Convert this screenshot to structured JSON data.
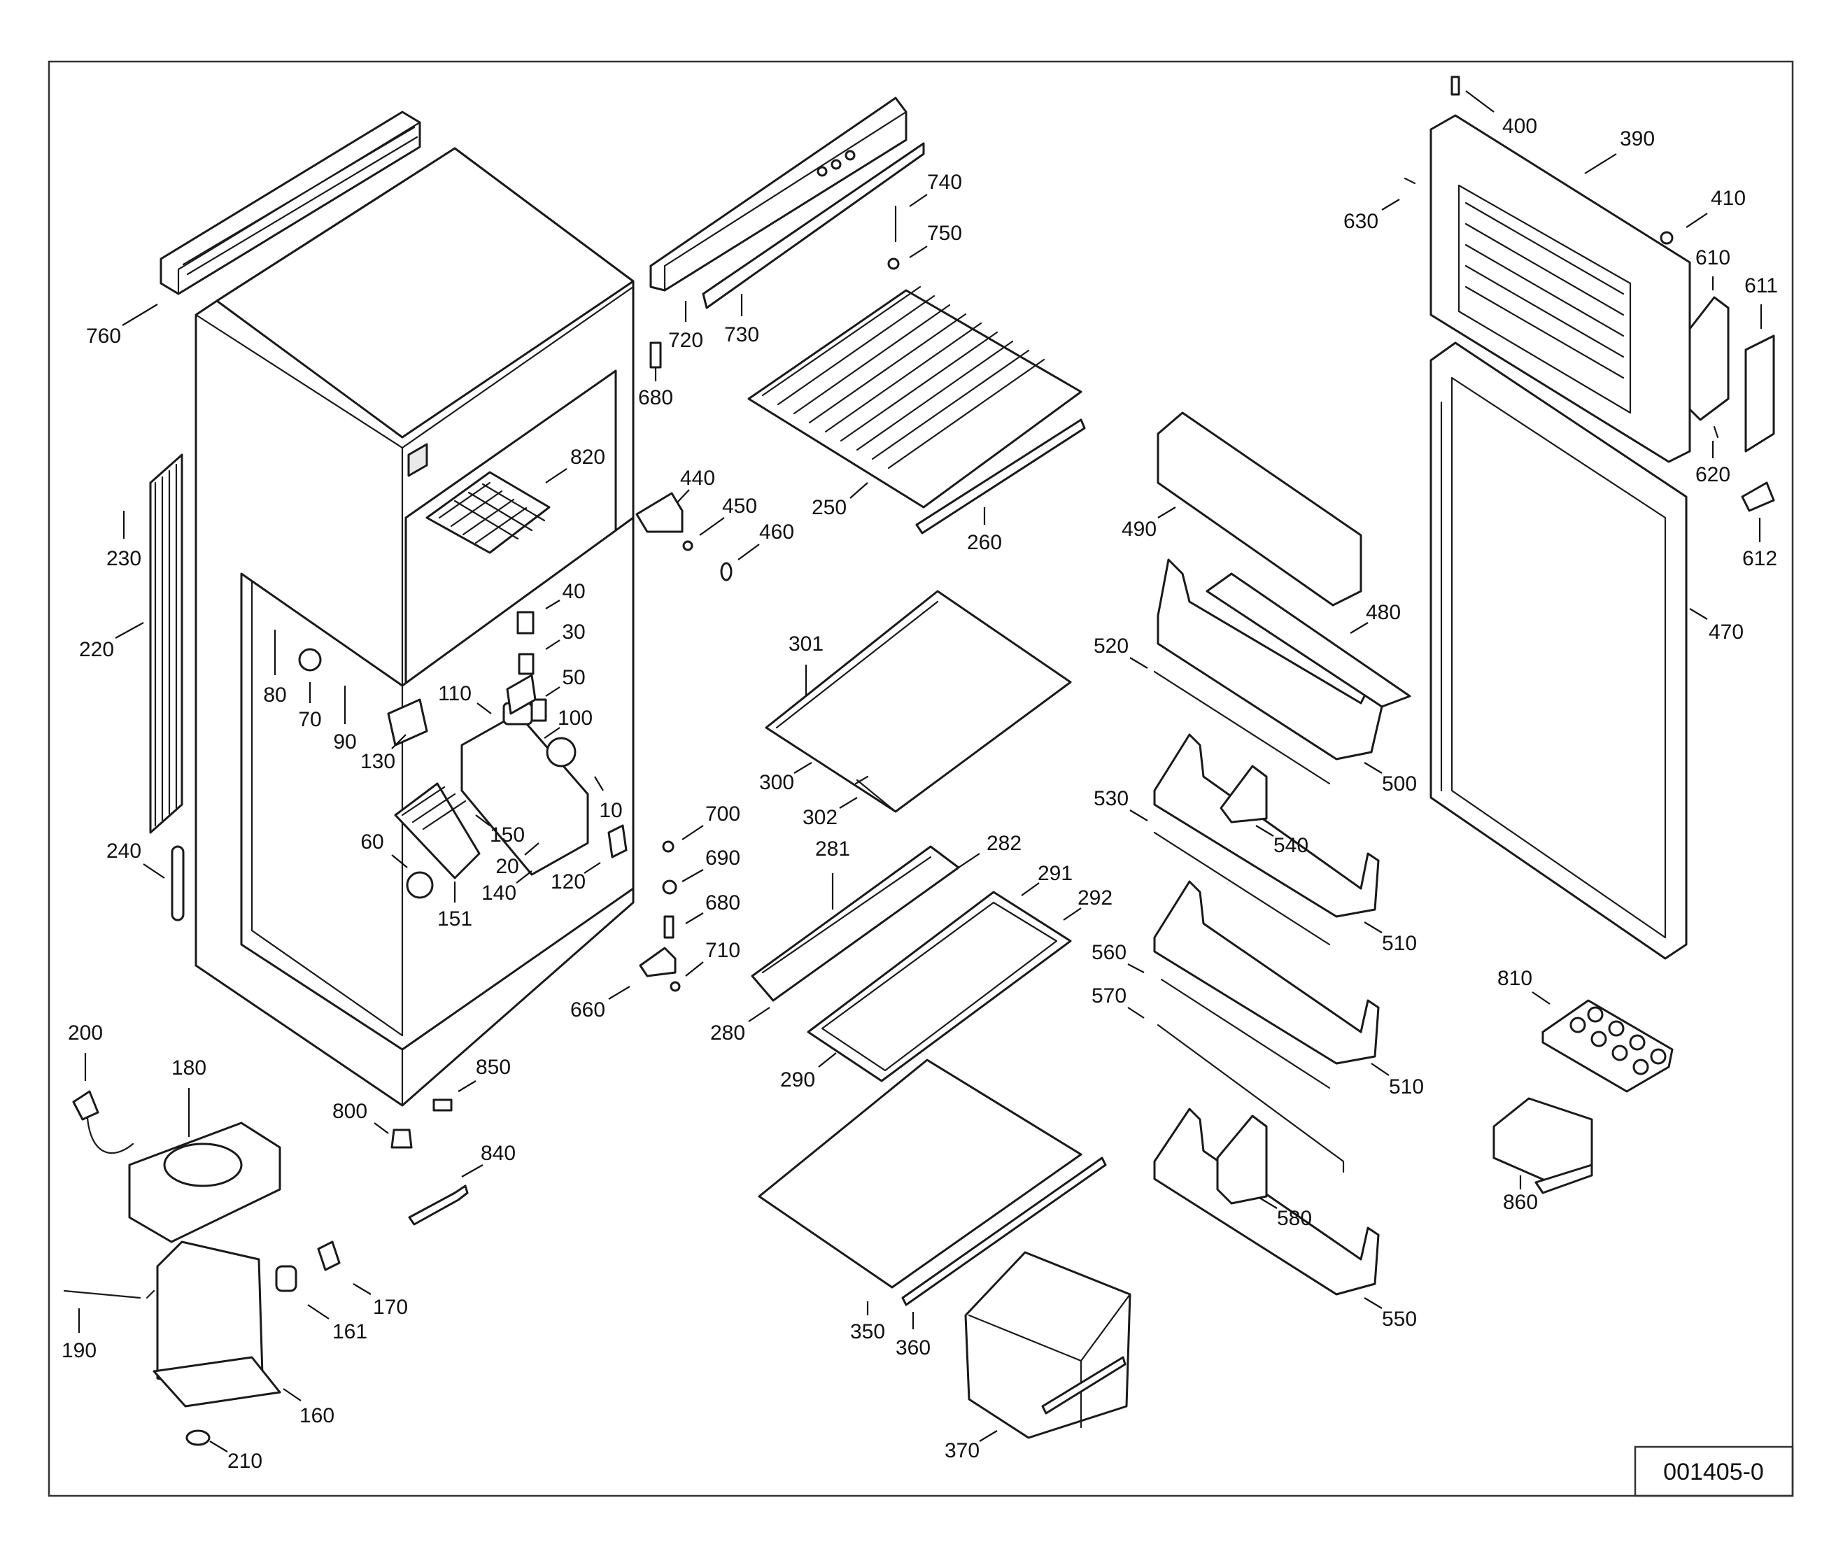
{
  "drawing_number": "001405-0",
  "callouts": [
    "10",
    "20",
    "30",
    "40",
    "50",
    "60",
    "70",
    "80",
    "90",
    "100",
    "110",
    "120",
    "130",
    "140",
    "150",
    "151",
    "160",
    "161",
    "170",
    "180",
    "190",
    "200",
    "210",
    "220",
    "230",
    "240",
    "250",
    "260",
    "280",
    "281",
    "282",
    "290",
    "291",
    "292",
    "300",
    "301",
    "302",
    "350",
    "360",
    "370",
    "390",
    "400",
    "410",
    "440",
    "450",
    "460",
    "470",
    "480",
    "490",
    "500",
    "510",
    "510",
    "520",
    "530",
    "540",
    "550",
    "560",
    "570",
    "580",
    "610",
    "611",
    "612",
    "620",
    "630",
    "660",
    "680",
    "680",
    "690",
    "700",
    "710",
    "720",
    "730",
    "740",
    "750",
    "760",
    "800",
    "810",
    "820",
    "840",
    "850",
    "860"
  ]
}
